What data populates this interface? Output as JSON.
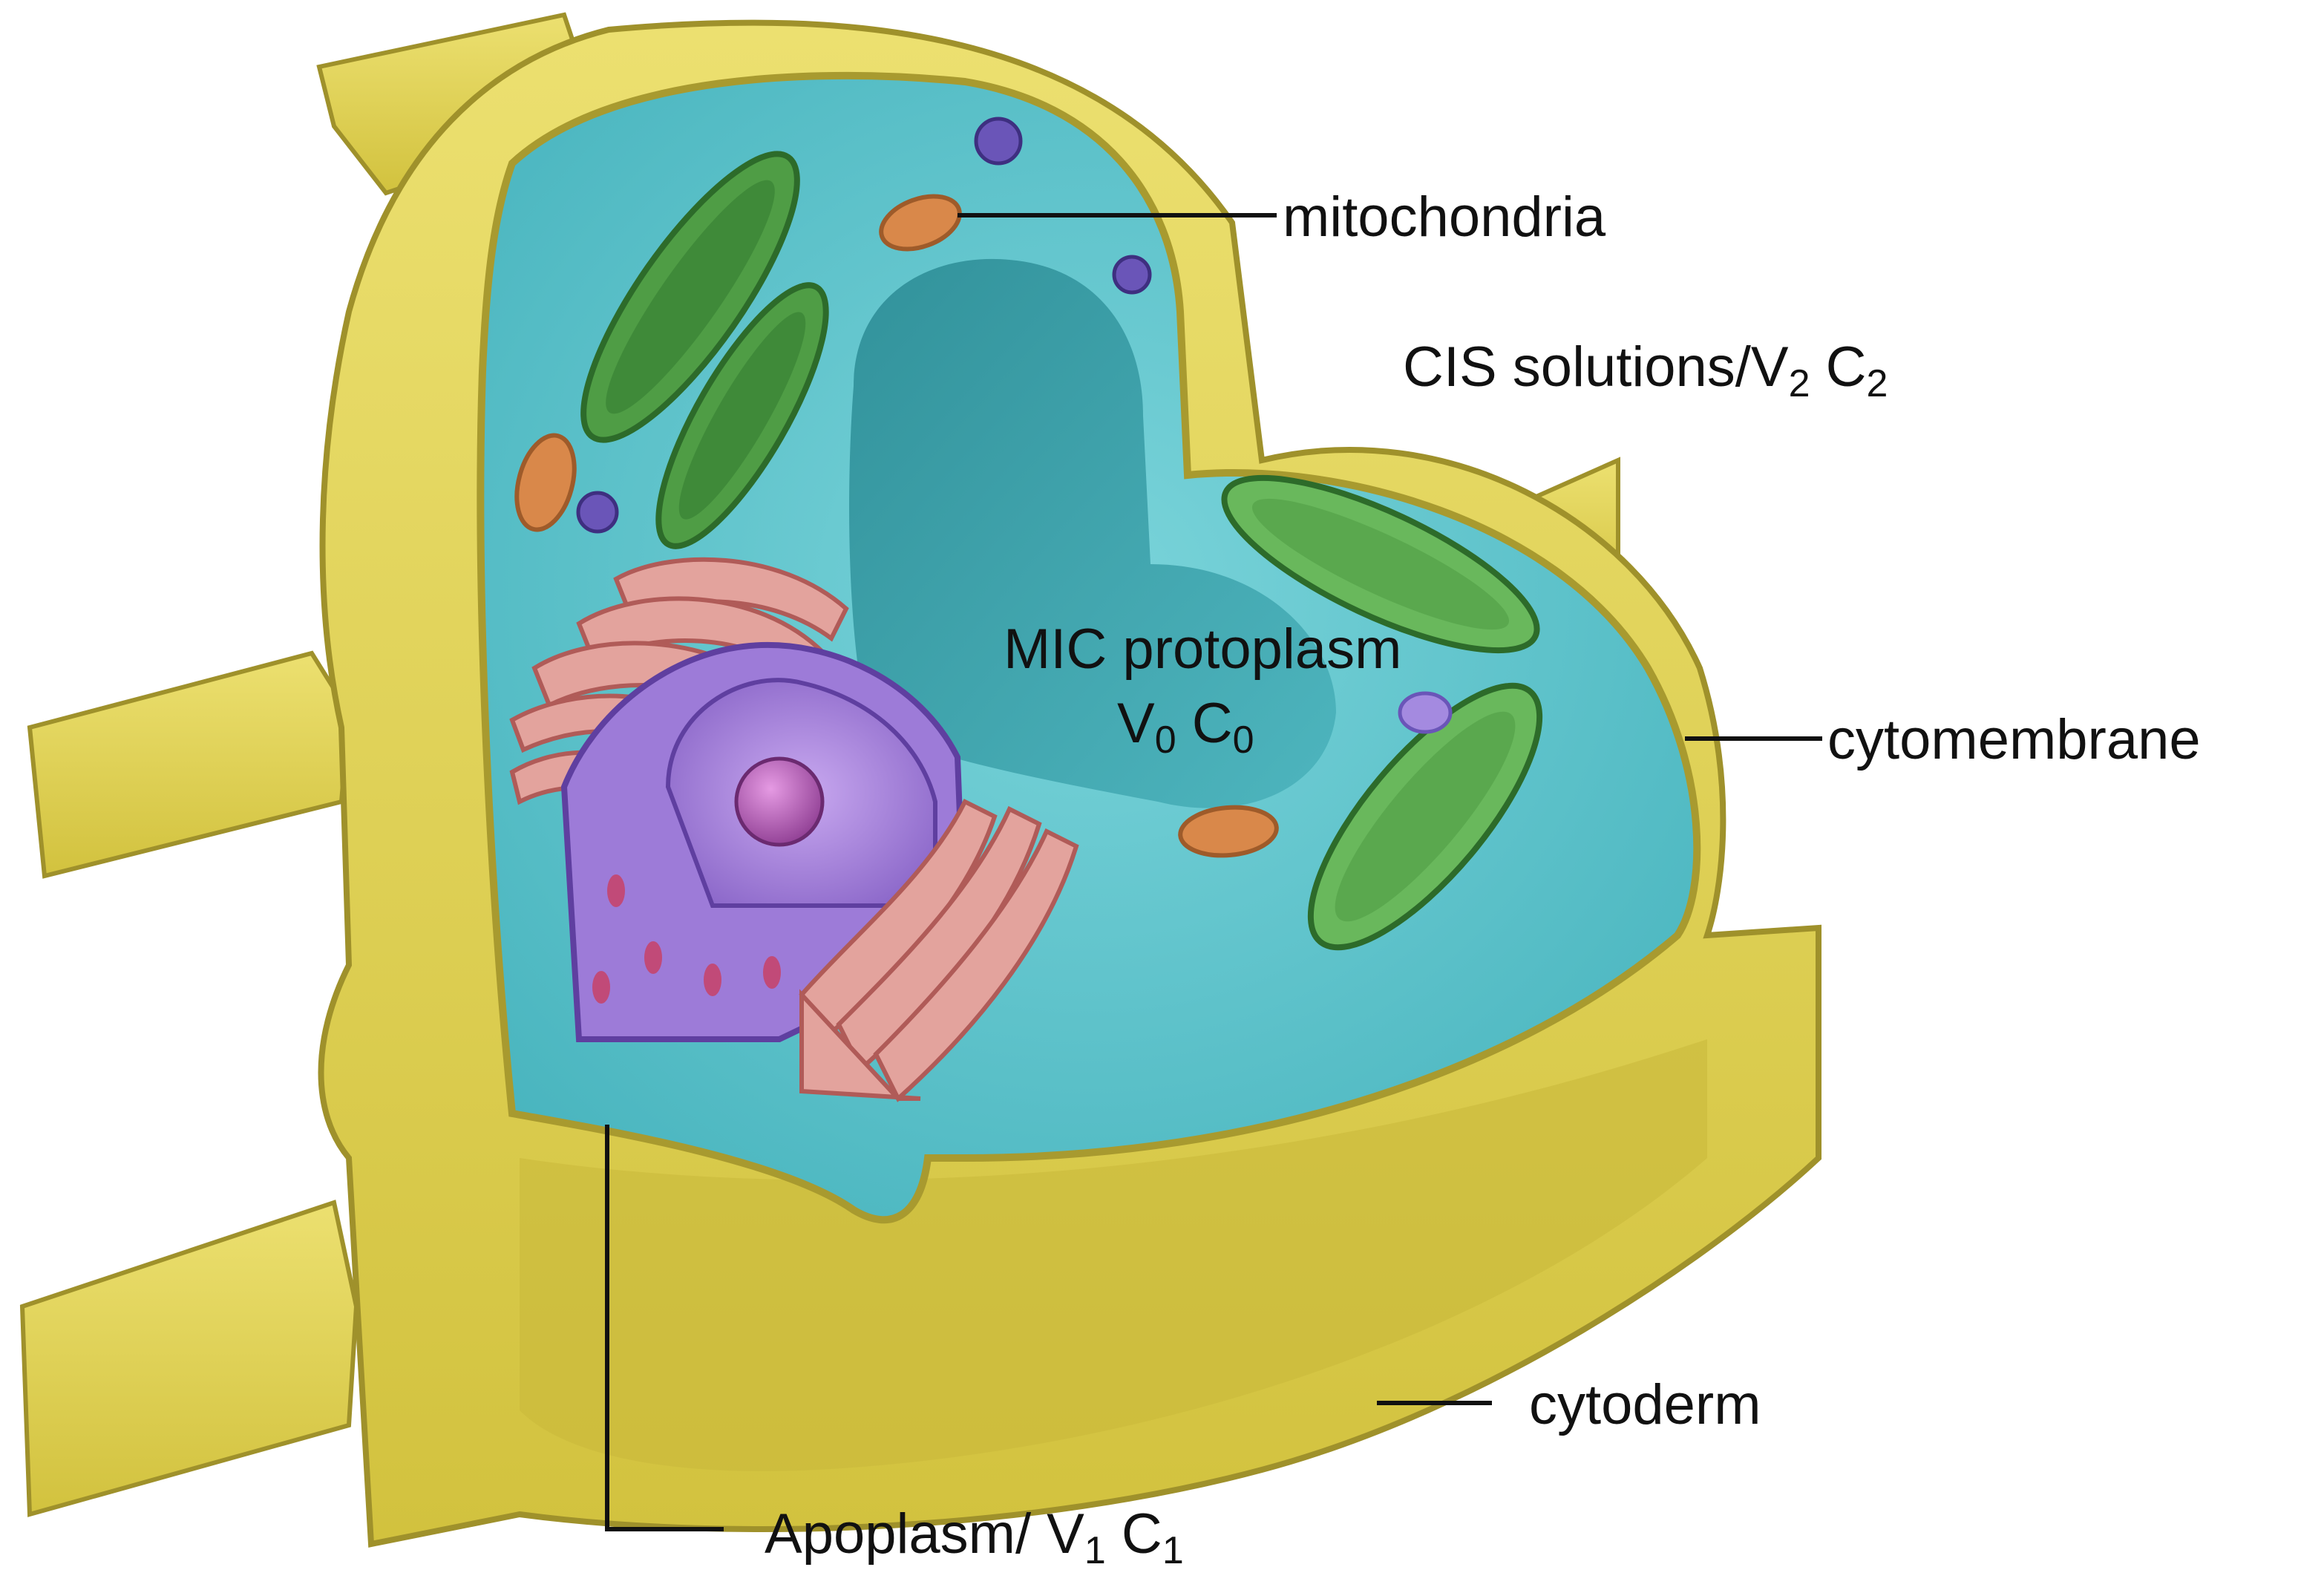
{
  "labels": {
    "mitochondria": "mitochondria",
    "cis_solutions": {
      "text": "CIS solutions/V",
      "sub1": "2",
      "mid": " C",
      "sub2": "2"
    },
    "mic_protoplasm": {
      "line1": "MIC protoplasm",
      "v": "V",
      "v_sub": "0",
      "c": " C",
      "c_sub": "0"
    },
    "cytomembrane": "cytomembrane",
    "cytoderm": "cytoderm",
    "apoplasm": {
      "text": "Apoplasm/ V",
      "sub1": "1",
      "mid": " C",
      "sub2": "1"
    }
  },
  "colors": {
    "cell_wall": "#e2d44c",
    "cell_wall_shadow": "#b9a934",
    "cytoplasm": "#5fc4cc",
    "cytoplasm_dark": "#3aa3ad",
    "vacuole": "#3fa6ae",
    "chloroplast": "#4f9d45",
    "chloroplast_dark": "#2d6b2a",
    "mitochondria": "#d9884a",
    "nucleus": "#9d7bd8",
    "nucleolus": "#b55fb8",
    "golgi_er": "#e3a39d",
    "golgi_er_dark": "#b05b58"
  }
}
